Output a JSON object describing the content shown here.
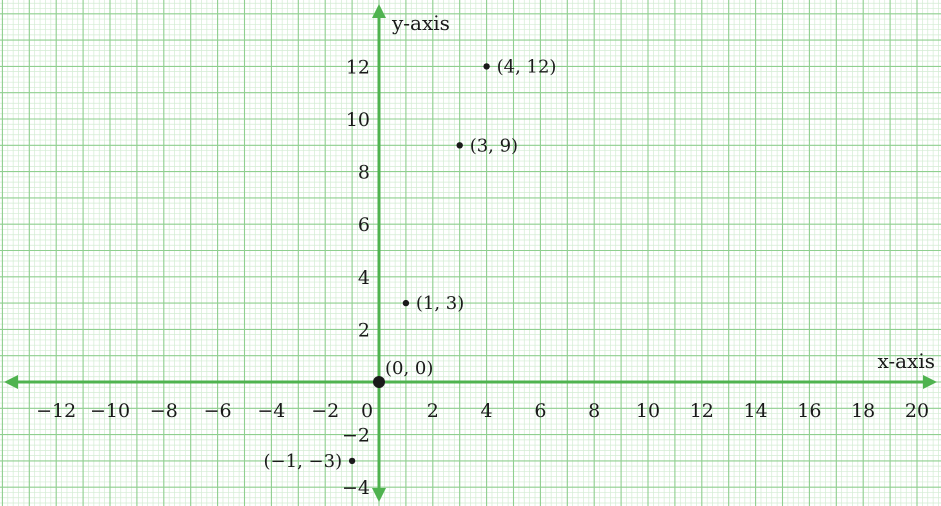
{
  "chart_data": {
    "type": "scatter",
    "title": "",
    "xlabel": "x-axis",
    "ylabel": "y-axis",
    "xlim": [
      -14,
      21
    ],
    "ylim": [
      -4.5,
      13.5
    ],
    "grid": true,
    "x_ticks": [
      {
        "value": -12,
        "label": "−12"
      },
      {
        "value": -10,
        "label": "−10"
      },
      {
        "value": -8,
        "label": "−8"
      },
      {
        "value": -6,
        "label": "−6"
      },
      {
        "value": -4,
        "label": "−4"
      },
      {
        "value": -2,
        "label": "−2"
      },
      {
        "value": 0,
        "label": "0"
      },
      {
        "value": 2,
        "label": "2"
      },
      {
        "value": 4,
        "label": "4"
      },
      {
        "value": 6,
        "label": "6"
      },
      {
        "value": 8,
        "label": "8"
      },
      {
        "value": 10,
        "label": "10"
      },
      {
        "value": 12,
        "label": "12"
      },
      {
        "value": 14,
        "label": "14"
      },
      {
        "value": 16,
        "label": "16"
      },
      {
        "value": 18,
        "label": "18"
      },
      {
        "value": 20,
        "label": "20"
      }
    ],
    "y_ticks": [
      {
        "value": 12,
        "label": "12"
      },
      {
        "value": 10,
        "label": "10"
      },
      {
        "value": 8,
        "label": "8"
      },
      {
        "value": 6,
        "label": "6"
      },
      {
        "value": 4,
        "label": "4"
      },
      {
        "value": 2,
        "label": "2"
      },
      {
        "value": -2,
        "label": "−2"
      },
      {
        "value": -4,
        "label": "−4"
      }
    ],
    "points": [
      {
        "x": 4,
        "y": 12,
        "label": "(4, 12)"
      },
      {
        "x": 3,
        "y": 9,
        "label": "(3, 9)"
      },
      {
        "x": 1,
        "y": 3,
        "label": "(1, 3)"
      },
      {
        "x": 0,
        "y": 0,
        "label": "(0, 0)"
      },
      {
        "x": -1,
        "y": -3,
        "label": "(−1, −3)"
      }
    ],
    "colors": {
      "axis": "#4fb34f",
      "grid_major": "#8fcf8f",
      "grid_minor": "#d3ecd3",
      "point": "#1a1a1a"
    }
  }
}
